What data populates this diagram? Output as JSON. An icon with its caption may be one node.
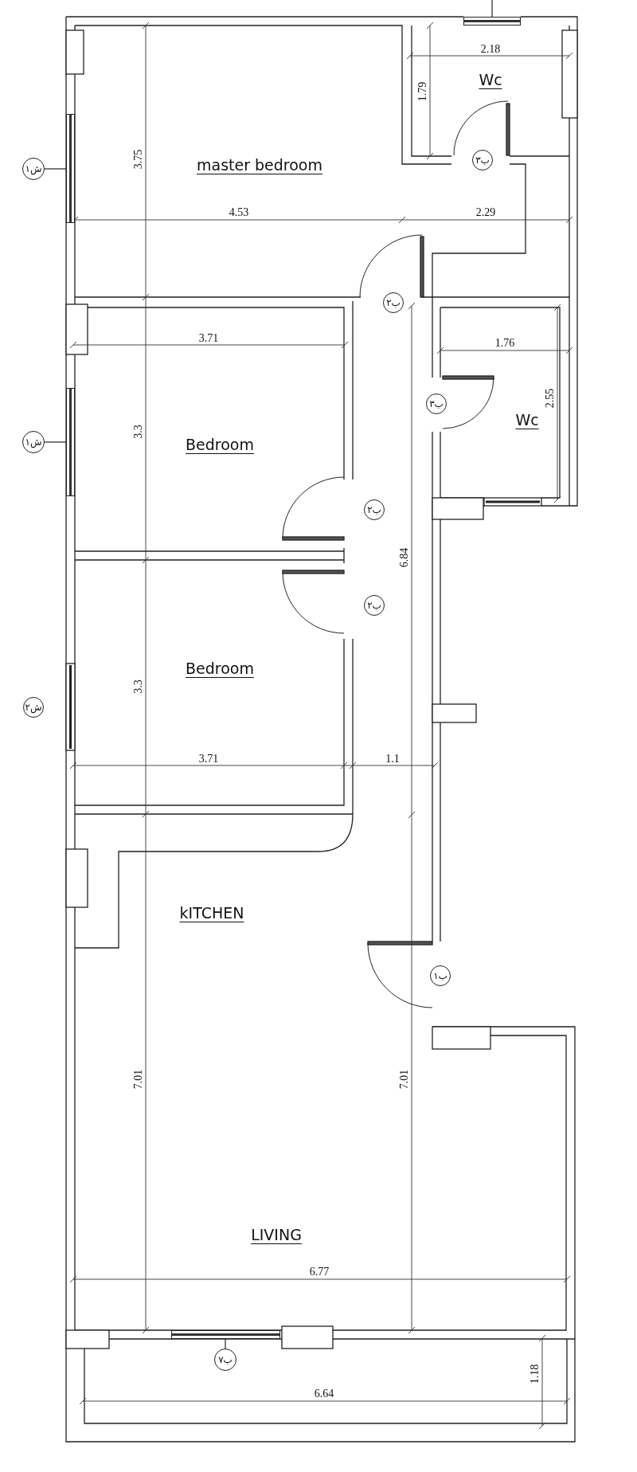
{
  "diagram": {
    "nodes": [
      {
        "text": [],
        "shape": "box"
      },
      {
        "text": [
          "ش١"
        ]
      },
      {
        "text": [],
        "shape": "box"
      },
      {
        "text": [
          "ش١"
        ]
      },
      {
        "text": [],
        "shape": "box"
      },
      {
        "text": [],
        "shape": "box"
      },
      {
        "text": [
          "ب٧"
        ]
      },
      {
        "text": [
          "ب٣"
        ]
      },
      {
        "text": [
          "ب٢"
        ]
      },
      {
        "text": [
          "ب٣"
        ]
      },
      {
        "text": [
          "ب٢"
        ]
      },
      {
        "text": [
          "ب٢"
        ]
      },
      {
        "text": [
          "ش٢"
        ]
      },
      {
        "text": [
          "ب١"
        ]
      }
    ],
    "edges": [
      {
        "from": null,
        "to": 0,
        "arrow": "none"
      },
      {
        "from": 1,
        "to": 2,
        "arrow": "none"
      },
      {
        "from": 3,
        "to": 4,
        "arrow": "none"
      },
      {
        "from": 6,
        "to": 5,
        "arrow": "none"
      }
    ],
    "labels": [
      "2.18",
      "Wc",
      "1.79",
      "3.75",
      "master bedroom",
      "4.53",
      "2.29",
      "3.71",
      "1.76",
      "2.55",
      "Wc",
      "3.3",
      "Bedroom",
      "6.84",
      "Bedroom",
      "3.3",
      "3.71",
      "1.1",
      "kITCHEN",
      "7.01",
      "7.01",
      "LIVING",
      "6.77",
      "1.18",
      "6.64"
    ]
  }
}
